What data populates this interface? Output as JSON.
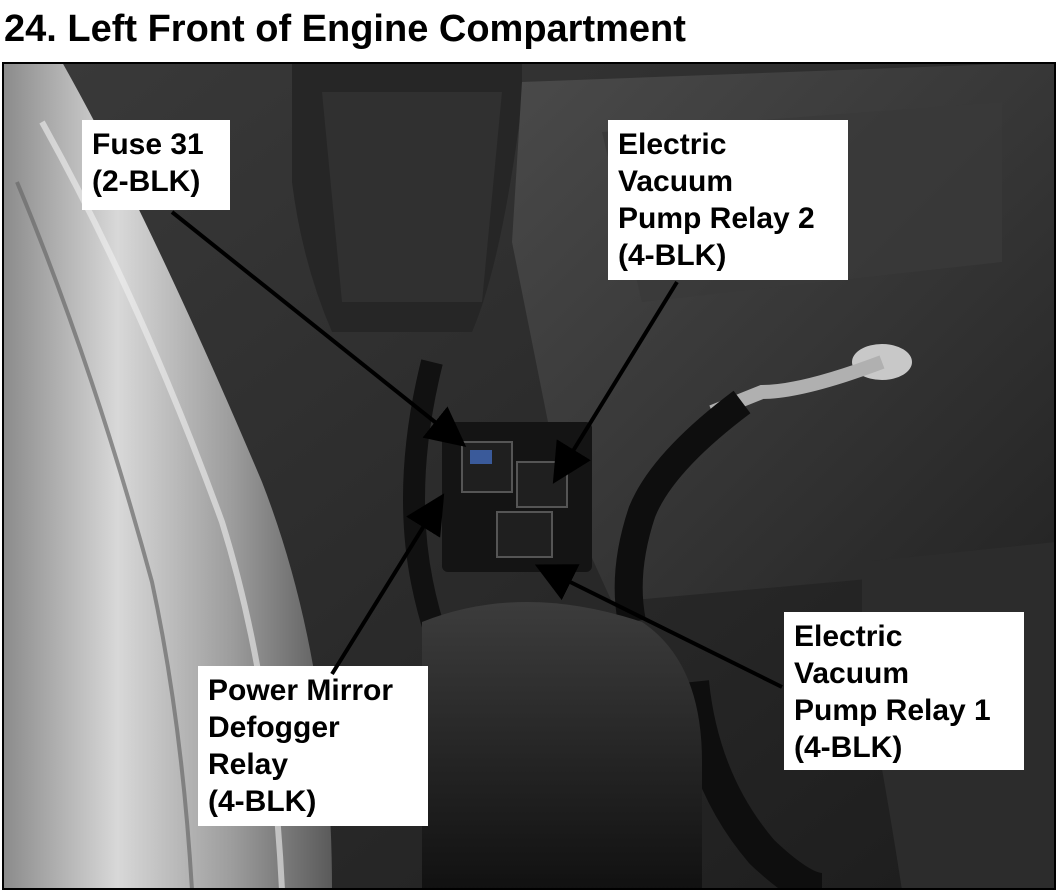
{
  "title": "24. Left Front of Engine Compartment",
  "callouts": {
    "fuse31": {
      "line1": "Fuse 31",
      "line2": "(2-BLK)"
    },
    "relay2": {
      "line1": "Electric",
      "line2": "Vacuum",
      "line3": "Pump Relay 2",
      "line4": "(4-BLK)"
    },
    "relay1": {
      "line1": "Electric",
      "line2": "Vacuum",
      "line3": "Pump Relay 1",
      "line4": "(4-BLK)"
    },
    "mirror": {
      "line1": "Power Mirror",
      "line2": "Defogger",
      "line3": "Relay",
      "line4": "(4-BLK)"
    }
  },
  "colors": {
    "arrow": "#000000",
    "label_bg": "#ffffff",
    "frame": "#000000"
  }
}
